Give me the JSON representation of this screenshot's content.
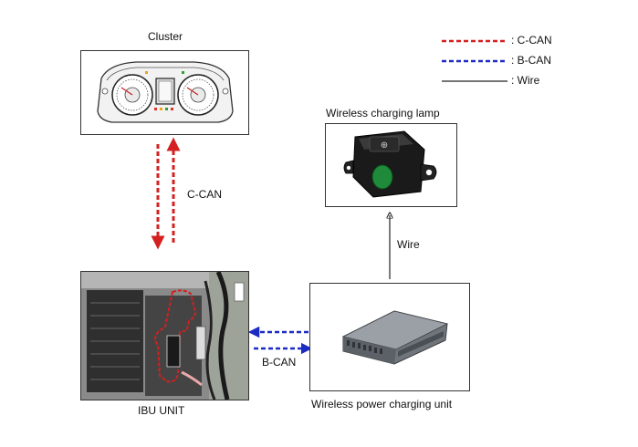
{
  "legend": {
    "items": [
      {
        "label": ": C-CAN",
        "color": "#d42020",
        "style": "dashed"
      },
      {
        "label": ": B-CAN",
        "color": "#1c2bc4",
        "style": "dashed"
      },
      {
        "label": ": Wire",
        "color": "#222222",
        "style": "solid"
      }
    ]
  },
  "nodes": {
    "cluster": {
      "label": "Cluster"
    },
    "lamp": {
      "label": "Wireless charging lamp"
    },
    "ibu": {
      "label": "IBU UNIT"
    },
    "charger": {
      "label": "Wireless power charging unit"
    }
  },
  "connections": {
    "cluster_ibu": {
      "label": "C-CAN",
      "color": "#d42020"
    },
    "ibu_charger": {
      "label": "B-CAN",
      "color": "#1c2bc4"
    },
    "charger_lamp": {
      "label": "Wire",
      "color": "#222222"
    }
  }
}
